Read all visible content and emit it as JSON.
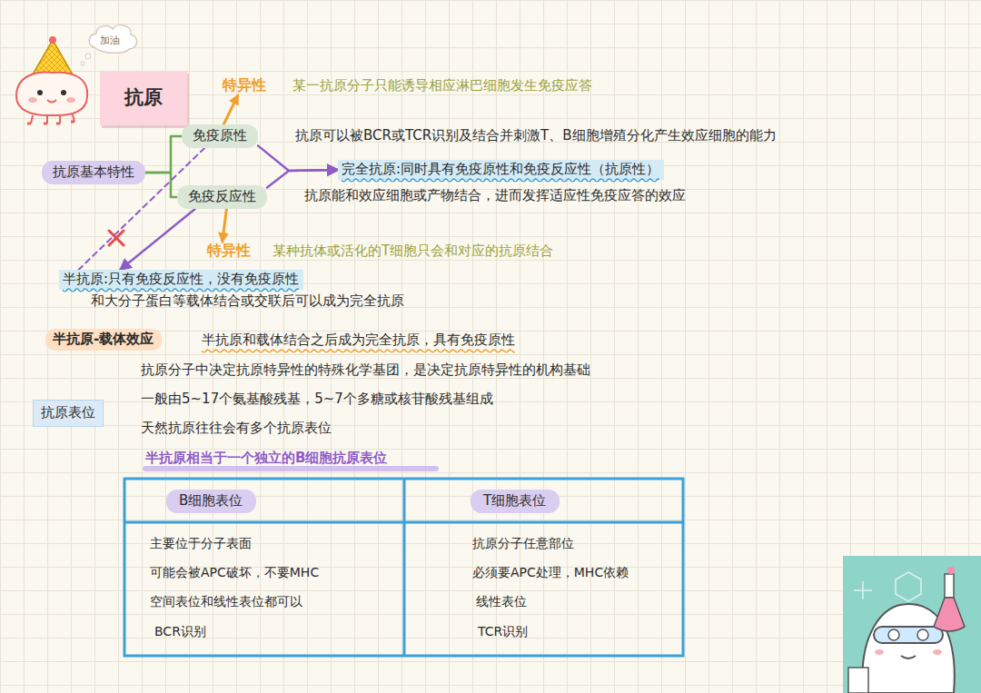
{
  "diagram": {
    "nodes": [
      {
        "text": [
          "抗原"
        ]
      },
      {
        "text": [
          "特异性"
        ]
      },
      {
        "text": [
          "免疫原性"
        ]
      },
      {
        "text": [
          "抗原基本特性"
        ]
      },
      {
        "text": [
          "完全抗原:同时具有免疫原性和免疫反应性（抗原性）"
        ]
      },
      {
        "text": [
          "免疫反应性"
        ]
      },
      {
        "text": [
          "特异性"
        ]
      },
      {
        "text": [
          "半抗原:只有免疫反应性，没有免疫原性"
        ]
      },
      {
        "text": [
          "半抗原-载体效应"
        ]
      },
      {
        "text": [
          "抗原表位"
        ]
      },
      {
        "text": [
          "B细胞表位"
        ]
      },
      {
        "text": [
          "T细胞表位"
        ]
      }
    ],
    "edges": [
      {
        "from": 3,
        "to": 2,
        "arrow": "none"
      },
      {
        "from": 3,
        "to": 5,
        "arrow": "none"
      },
      {
        "from": 2,
        "to": 1,
        "arrow": "to"
      },
      {
        "from": 5,
        "to": 6,
        "arrow": "to"
      },
      {
        "from": 2,
        "to": 4,
        "arrow": "to"
      },
      {
        "from": 5,
        "to": 4,
        "arrow": "to"
      },
      {
        "from": 5,
        "to": 7,
        "arrow": "to"
      },
      {
        "from": 2,
        "to": 7,
        "arrow": "none"
      }
    ],
    "labels": [
      "加油",
      "某一抗原分子只能诱导相应淋巴细胞发生免疫应答",
      "抗原可以被BCR或TCR识别及结合并刺激T、B细胞增殖分化产生效应细胞的能力",
      "抗原能和效应细胞或产物结合，进而发挥适应性免疫应答的效应",
      "某种抗体或活化的T细胞只会和对应的抗原结合",
      "和大分子蛋白等载体结合或交联后可以成为完全抗原",
      "半抗原和载体结合之后成为完全抗原，具有免疫原性",
      "抗原分子中决定抗原特异性的特殊化学基团，是决定抗原特异性的机构基础",
      "一般由5~17个氨基酸残基，5~7个多糖或核苷酸残基组成",
      "天然抗原往往会有多个抗原表位",
      "半抗原相当于一个独立的B细胞抗原表位",
      "主要位于分子表面",
      "可能会被APC破坏，不要MHC",
      "空间表位和线性表位都可以",
      "BCR识别",
      "抗原分子任意部位",
      "必须要APC处理，MHC依赖",
      "线性表位",
      "TCR识别"
    ]
  }
}
